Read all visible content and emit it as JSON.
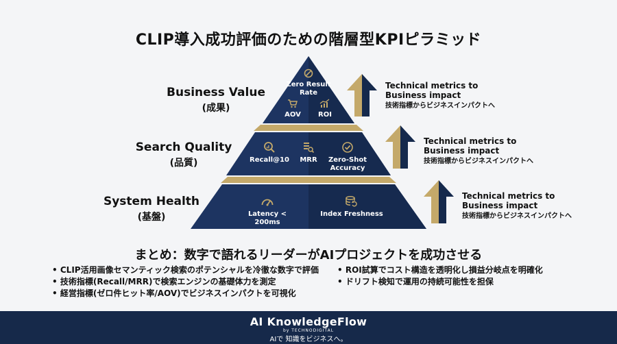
{
  "title": "CLIP導入成功評価のための階層型KPIピラミッド",
  "tiers": [
    {
      "en": "Business Value",
      "jp": "(成果)"
    },
    {
      "en": "Search Quality",
      "jp": "(品質)"
    },
    {
      "en": "System Health",
      "jp": "(基盤)"
    }
  ],
  "metrics": {
    "zero_result": "Zero Result Rate",
    "aov": "AOV",
    "roi": "ROI",
    "recall": "Recall@10",
    "mrr": "MRR",
    "zero_shot": "Zero-Shot Accuracy",
    "latency": "Latency < 200ms",
    "index": "Index Freshness"
  },
  "side_notes": [
    {
      "en": "Technical metrics to Business impact",
      "jp": "技術指標からビジネスインパクトへ"
    },
    {
      "en": "Technical metrics to Business impact",
      "jp": "技術指標からビジネスインパクトへ"
    },
    {
      "en": "Technical metrics to Business impact",
      "jp": "技術指標からビジネスインパクトへ"
    }
  ],
  "summary": {
    "title": "まとめ：数字で語れるリーダーがAIプロジェクトを成功させる",
    "left": [
      "CLIP活用画像セマンティック検索のポテンシャルを冷徹な数字で評価",
      "技術指標(Recall/MRR)で検索エンジンの基礎体力を測定",
      "経営指標(ゼロ件ヒット率/AOV)でビジネスインパクトを可視化"
    ],
    "right": [
      "ROI試算でコスト構造を透明化し損益分岐点を明確化",
      "ドリフト検知で運用の持続可能性を担保"
    ]
  },
  "footer": {
    "brand": "AI KnowledgeFlow",
    "by": "by TECHNODIGITAL",
    "tagline": "AIで 知識をビジネスへ。"
  },
  "colors": {
    "navy": "#1d3461",
    "navy_dark": "#162a4f",
    "gold": "#c4a96a",
    "arrow_navy": "#15294c"
  },
  "icons": [
    "ban-icon",
    "cart-icon",
    "chart-icon",
    "magnifier-icon",
    "bars-search-icon",
    "check-circle-icon",
    "gauge-icon",
    "database-refresh-icon",
    "arrow-up-icon"
  ]
}
